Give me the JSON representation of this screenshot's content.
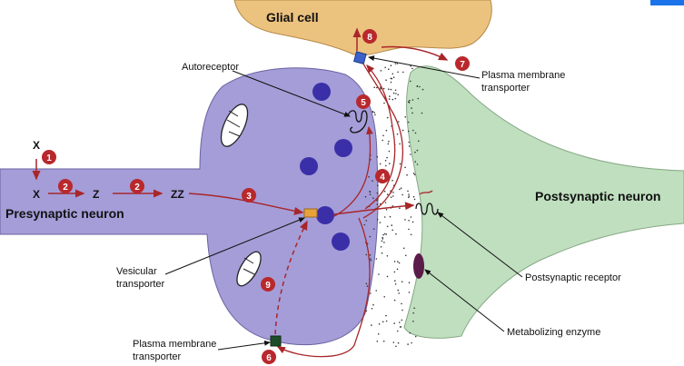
{
  "labels": {
    "glial_cell": "Glial cell",
    "presynaptic_neuron": "Presynaptic neuron",
    "postsynaptic_neuron": "Postsynaptic neuron",
    "autoreceptor": "Autoreceptor",
    "plasma_membrane_transporter_top_1": "Plasma membrane",
    "plasma_membrane_transporter_top_2": "transporter",
    "vesicular_transporter_1": "Vesicular",
    "vesicular_transporter_2": "transporter",
    "postsynaptic_receptor": "Postsynaptic receptor",
    "metabolizing_enzyme": "Metabolizing enzyme",
    "plasma_membrane_transporter_bottom_1": "Plasma membrane",
    "plasma_membrane_transporter_bottom_2": "transporter"
  },
  "chemistry": {
    "x_top": "X",
    "x_mid": "X",
    "z": "Z",
    "zz": "ZZ"
  },
  "steps": [
    "1",
    "2",
    "2",
    "3",
    "4",
    "5",
    "6",
    "7",
    "8",
    "9"
  ],
  "colors": {
    "glial": "#ecc27f",
    "presynaptic": "#a59dd8",
    "postsynaptic": "#bfdfbf",
    "vesicle": "#3b2fa8",
    "arrow": "#a8262a",
    "badge": "#b8282c",
    "transporter_blue": "#3a62c8",
    "transporter_orange": "#e8a23a",
    "transporter_green": "#1d4d28",
    "enzyme": "#5a1c4a"
  }
}
